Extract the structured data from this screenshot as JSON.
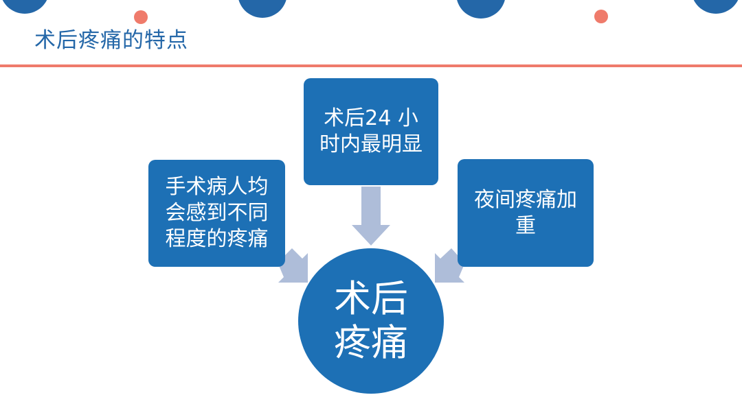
{
  "slide": {
    "title": "术后疼痛的特点"
  },
  "diagram": {
    "center_label": "术后\n疼痛",
    "boxes": [
      {
        "label": "手术病人均\n会感到不同\n程度的疼痛"
      },
      {
        "label": "术后24 小\n时内最明显"
      },
      {
        "label": "夜间疼痛加\n重"
      }
    ]
  },
  "colors": {
    "primary": "#1d70b5",
    "title": "#2467a8",
    "accent": "#ef7b6b",
    "arrow": "#aebdd9"
  }
}
